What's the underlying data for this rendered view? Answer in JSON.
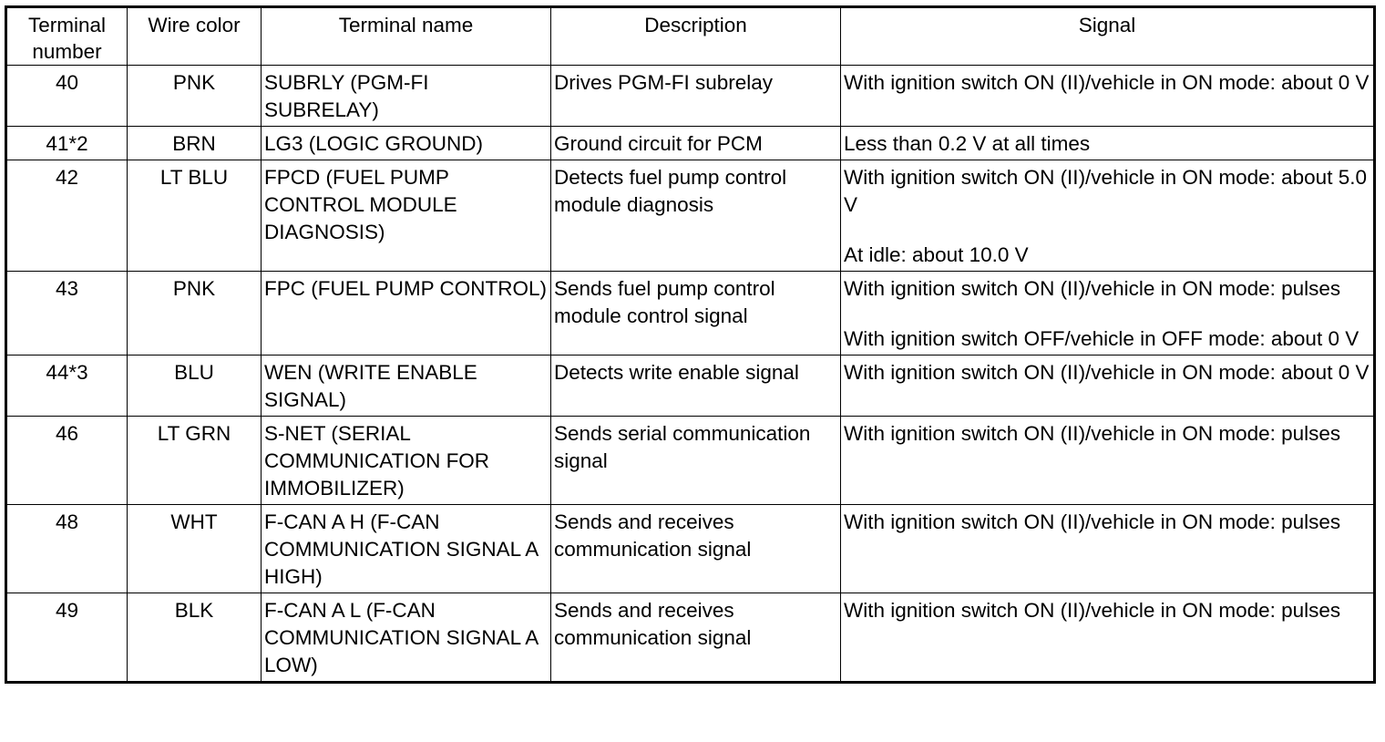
{
  "table": {
    "headers": {
      "terminal_number": "Terminal number",
      "wire_color": "Wire color",
      "terminal_name": "Terminal name",
      "description": "Description",
      "signal": "Signal"
    },
    "rows": [
      {
        "number": "40",
        "wire": "PNK",
        "name": "SUBRLY (PGM-FI SUBRELAY)",
        "description": "Drives PGM-FI subrelay",
        "signal": [
          "With ignition switch ON (II)/vehicle in ON mode: about 0 V"
        ]
      },
      {
        "number": "41*2",
        "wire": "BRN",
        "name": "LG3 (LOGIC GROUND)",
        "description": "Ground circuit for PCM",
        "signal": [
          "Less than 0.2 V at all times"
        ]
      },
      {
        "number": "42",
        "wire": "LT BLU",
        "name": "FPCD (FUEL PUMP CONTROL MODULE DIAGNOSIS)",
        "description": "Detects fuel pump control module diagnosis",
        "signal": [
          "With ignition switch ON (II)/vehicle in ON mode: about 5.0 V",
          "At idle: about 10.0 V"
        ]
      },
      {
        "number": "43",
        "wire": "PNK",
        "name": "FPC (FUEL PUMP CONTROL)",
        "description": "Sends fuel pump control module control signal",
        "signal": [
          "With ignition switch ON (II)/vehicle in ON mode: pulses",
          "With ignition switch OFF/vehicle in OFF mode: about 0 V"
        ]
      },
      {
        "number": "44*3",
        "wire": "BLU",
        "name": "WEN (WRITE ENABLE SIGNAL)",
        "description": "Detects write enable signal",
        "signal": [
          "With ignition switch ON (II)/vehicle in ON mode: about 0 V"
        ]
      },
      {
        "number": "46",
        "wire": "LT GRN",
        "name": "S-NET (SERIAL COMMUNICATION FOR IMMOBILIZER)",
        "description": "Sends serial communication signal",
        "signal": [
          "With ignition switch ON (II)/vehicle in ON mode: pulses"
        ]
      },
      {
        "number": "48",
        "wire": "WHT",
        "name": "F-CAN A H (F-CAN COMMUNICATION SIGNAL A HIGH)",
        "description": "Sends and receives communication signal",
        "signal": [
          "With ignition switch ON (II)/vehicle in ON mode: pulses"
        ]
      },
      {
        "number": "49",
        "wire": "BLK",
        "name": "F-CAN A L (F-CAN COMMUNICATION SIGNAL A LOW)",
        "description": "Sends and receives communication signal",
        "signal": [
          "With ignition switch ON (II)/vehicle in ON mode: pulses"
        ]
      }
    ]
  }
}
